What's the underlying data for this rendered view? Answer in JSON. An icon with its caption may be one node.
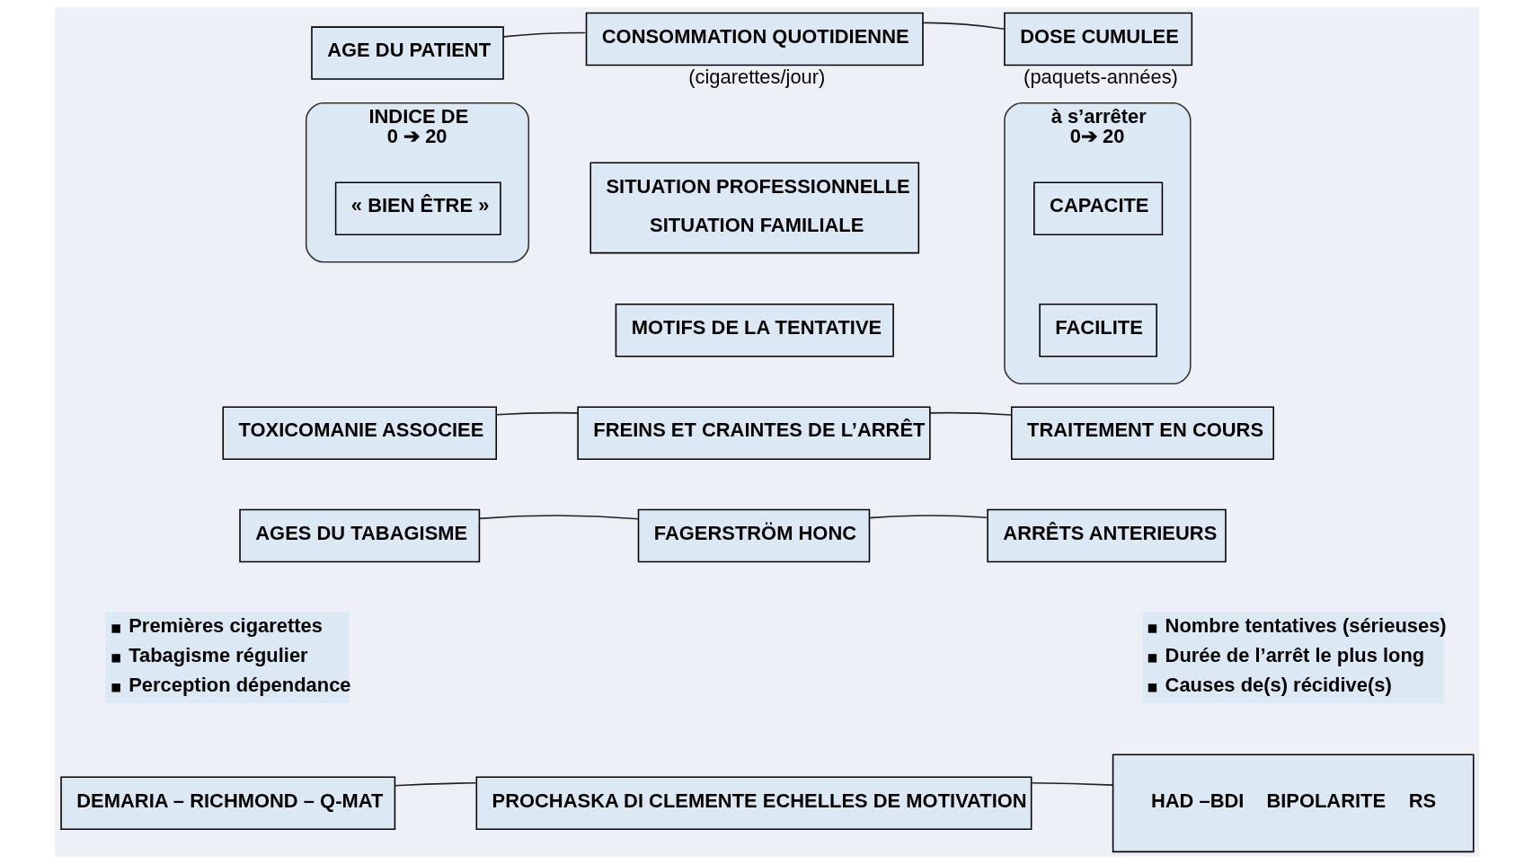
{
  "diagram": {
    "nodes": [
      {
        "text": [
          "AGE DU PATIENT"
        ]
      },
      {
        "text": [
          "CONSOMMATION QUOTIDIENNE"
        ],
        "beside": [
          "(cigarettes/jour)"
        ]
      },
      {
        "text": [
          "DOSE CUMULEE"
        ],
        "beside": [
          "(paquets-années)"
        ]
      },
      {
        "text": [
          "INDICE DE",
          "0 ➔ 20"
        ]
      },
      {
        "text": [
          "« BIEN ÊTRE »"
        ],
        "in": 3
      },
      {
        "text": [
          "SITUATION PROFESSIONNELLE",
          "SITUATION FAMILIALE"
        ]
      },
      {
        "text": [
          "à s’arrêter",
          "0➔ 20"
        ]
      },
      {
        "text": [
          "CAPACITE"
        ],
        "in": 6
      },
      {
        "text": [
          "FACILITE"
        ],
        "in": 6
      },
      {
        "text": [
          "MOTIFS DE LA TENTATIVE"
        ]
      },
      {
        "text": [
          "TOXICOMANIE ASSOCIEE"
        ]
      },
      {
        "text": [
          "FREINS ET CRAINTES DE L’ARRÊT"
        ]
      },
      {
        "text": [
          "TRAITEMENT EN COURS"
        ]
      },
      {
        "text": [
          "AGES DU TABAGISME"
        ]
      },
      {
        "text": [
          "Premières cigarettes",
          "Tabagisme régulier",
          "Perception dépendance"
        ]
      },
      {
        "text": [
          "FAGERSTRÖM HONC"
        ]
      },
      {
        "text": [
          "ARRÊTS ANTERIEURS"
        ]
      },
      {
        "text": [
          "Nombre tentatives (sérieuses)",
          "Durée de l’arrêt le plus long",
          "Causes de(s) récidive(s)"
        ]
      },
      {
        "text": [
          "DEMARIA – RICHMOND – Q-MAT"
        ]
      },
      {
        "text": [
          "PROCHASKA DI CLEMENTE ECHELLES DE MOTIVATION"
        ]
      },
      {
        "text": [
          "HAD –BDI",
          "BIPOLARITE",
          "RS"
        ]
      }
    ],
    "edges": [
      {
        "from": 0,
        "to": 1,
        "arrow": "none"
      },
      {
        "from": 1,
        "to": 2,
        "arrow": "none"
      },
      {
        "from": 10,
        "to": 11,
        "arrow": "none"
      },
      {
        "from": 11,
        "to": 12,
        "arrow": "none"
      },
      {
        "from": 13,
        "to": 15,
        "arrow": "none"
      },
      {
        "from": 15,
        "to": 16,
        "arrow": "none"
      },
      {
        "from": 18,
        "to": 19,
        "arrow": "none"
      },
      {
        "from": 19,
        "to": 20,
        "arrow": "none"
      }
    ]
  }
}
